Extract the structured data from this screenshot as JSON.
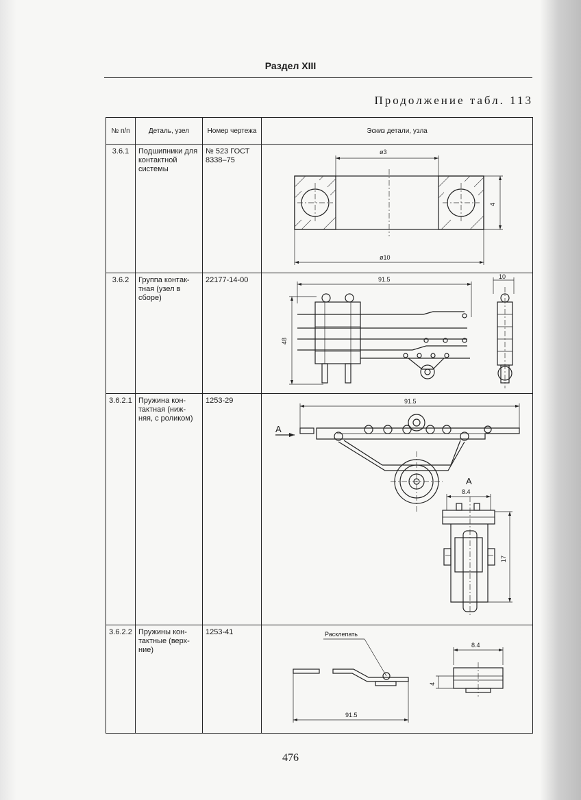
{
  "header": {
    "section_title": "Раздел XIII",
    "continuation": "Продолжение табл. 113"
  },
  "table": {
    "columns": [
      "№ п/п",
      "Деталь, узел",
      "Номер чертежа",
      "Эскиз детали, узла"
    ],
    "rows": [
      {
        "num": "3.6.1",
        "part": "Подшипники для контактной системы",
        "drawing": "№ 523 ГОСТ 8338–75",
        "dims": {
          "top": "ø3",
          "side": "4",
          "bottom": "ø10"
        }
      },
      {
        "num": "3.6.2",
        "part": "Группа контак-тная (узел в сборе)",
        "drawing": "22177-14-00",
        "dims": {
          "length": "91.5",
          "width": "10",
          "height": "48"
        }
      },
      {
        "num": "3.6.2.1",
        "part": "Пружина кон-тактная (ниж-няя, с роликом)",
        "drawing": "1253-29",
        "dims": {
          "length": "91.5",
          "view_label": "A",
          "view_title": "A",
          "width": "8.4",
          "height": "17"
        }
      },
      {
        "num": "3.6.2.2",
        "part": "Пружины кон-тактные (верх-ние)",
        "drawing": "1253-41",
        "dims": {
          "note": "Расклепать",
          "width": "8.4",
          "height": "4",
          "length": "91.5"
        }
      }
    ]
  },
  "footer": {
    "page_number": "476"
  }
}
